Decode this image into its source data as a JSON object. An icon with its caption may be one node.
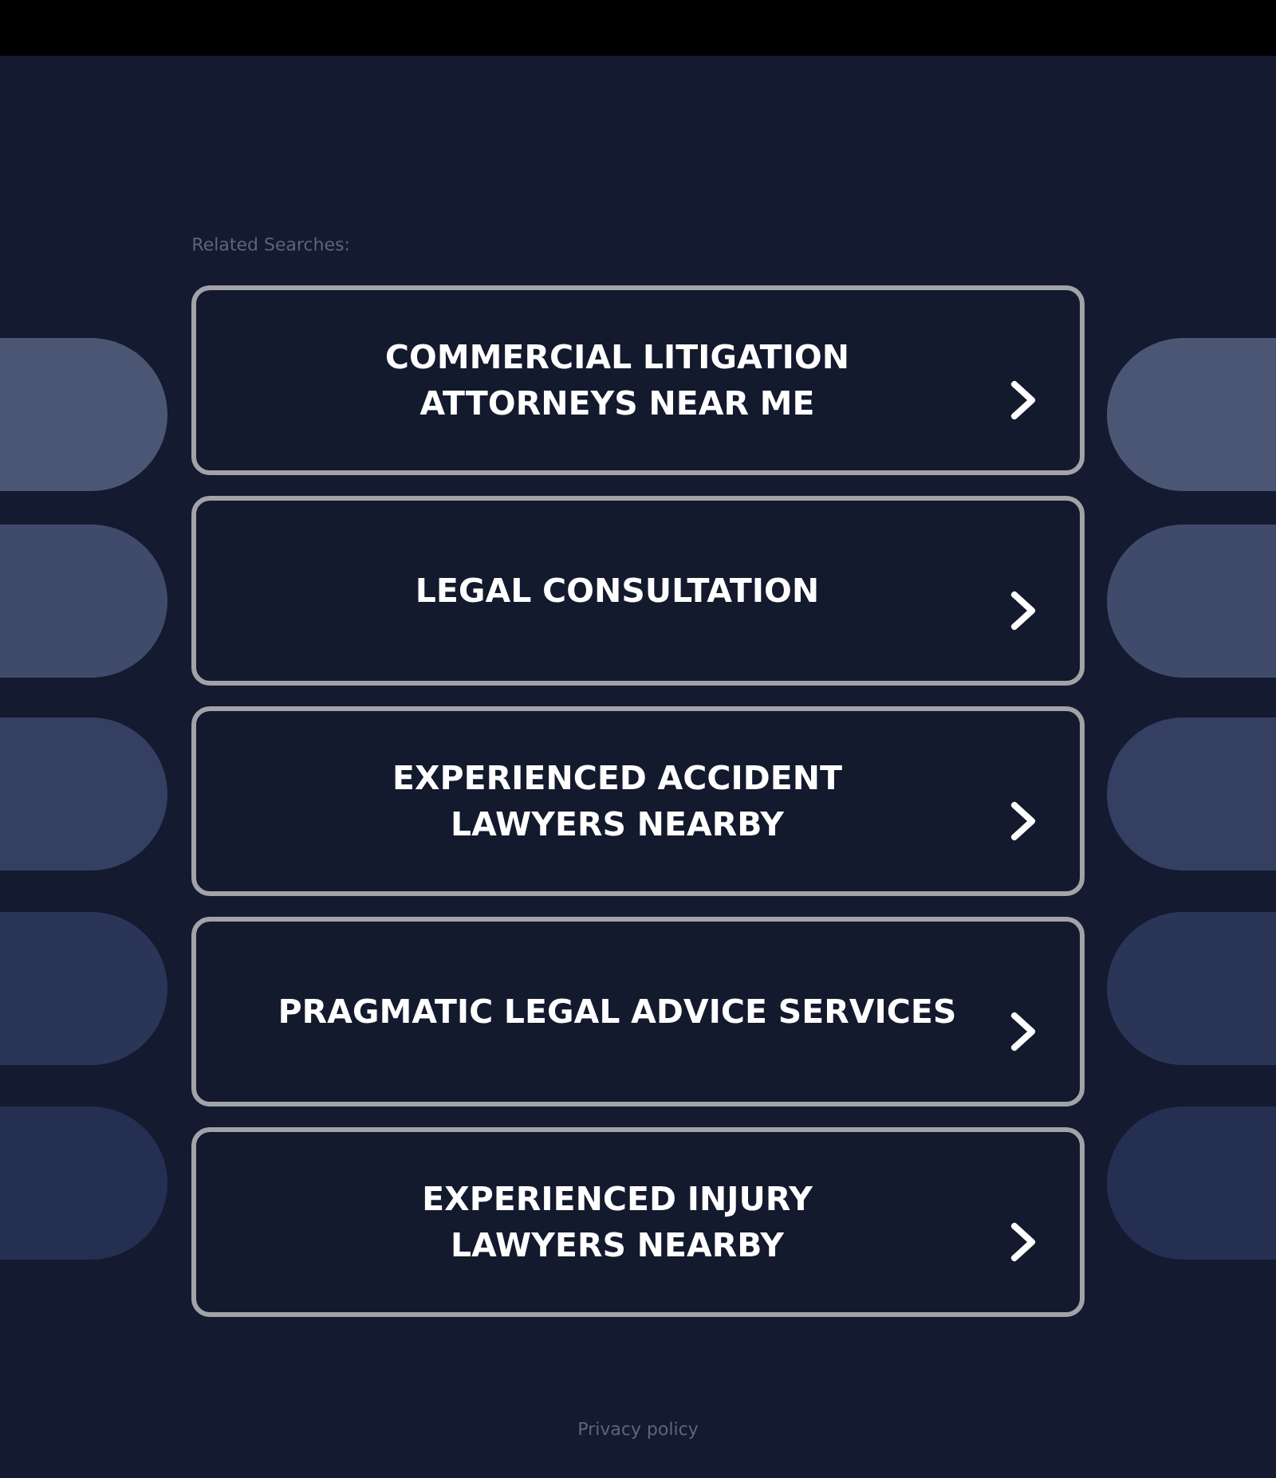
{
  "diagram": {
    "nodes": [
      {
        "text": [
          "COMMERCIAL LITIGATION ATTORNEYS NEAR ME"
        ]
      },
      {
        "text": [
          "LEGAL CONSULTATION"
        ]
      },
      {
        "text": [
          "EXPERIENCED ACCIDENT LAWYERS NEARBY"
        ]
      },
      {
        "text": [
          "PRAGMATIC LEGAL ADVICE SERVICES"
        ]
      },
      {
        "text": [
          "EXPERIENCED INJURY LAWYERS NEARBY"
        ]
      }
    ],
    "labels": [
      "Related Searches:",
      "Privacy policy"
    ]
  }
}
